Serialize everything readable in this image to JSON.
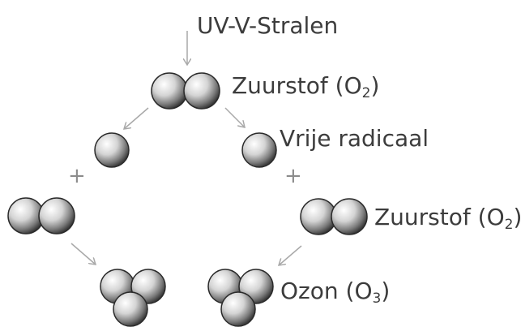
{
  "labels": {
    "uv": "UV-V-Stralen",
    "oxygen_top_main": "Zuurstof (O",
    "oxygen_top_sub": "2",
    "oxygen_top_close": ")",
    "radical": "Vrije radicaal",
    "oxygen_right_main": "Zuurstof (O",
    "oxygen_right_sub": "2",
    "oxygen_right_close": ")",
    "ozone_main": "Ozon (O",
    "ozone_sub": "3",
    "ozone_close": ")"
  },
  "symbols": {
    "plus": "+"
  },
  "colors": {
    "sphere_light": "#ffffff",
    "sphere_mid": "#c9c9c9",
    "sphere_dark": "#4a4a4a",
    "sphere_outline": "#2a2a2a",
    "arrow": "#a9a9a9",
    "text": "#3c3c3c"
  },
  "icons": {
    "arrow": "arrow-icon",
    "atom": "oxygen-atom-icon"
  }
}
